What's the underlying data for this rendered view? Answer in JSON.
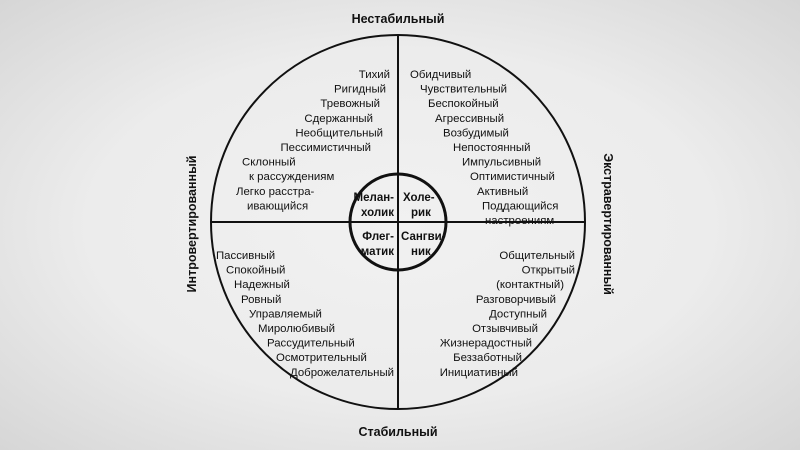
{
  "axes": {
    "top": "Нестабильный",
    "bottom": "Стабильный",
    "left": "Интровертированный",
    "right": "Экстравертированный"
  },
  "temperaments": {
    "top_left": [
      "Мелан-",
      "холик"
    ],
    "top_right": [
      "Холе-",
      "рик"
    ],
    "bottom_left": [
      "Флег-",
      "матик"
    ],
    "bottom_right": [
      "Сангви-",
      "ник"
    ]
  },
  "traits": {
    "top_left": [
      "Тихий",
      "Ригидный",
      "Тревожный",
      "Сдержанный",
      "Необщительный",
      "Пессимистичный",
      "Склонный",
      "к рассуждениям",
      "Легко расстра-",
      "ивающийся"
    ],
    "top_right": [
      "Обидчивый",
      "Чувствительный",
      "Беспокойный",
      "Агрессивный",
      "Возбудимый",
      "Непостоянный",
      "Импульсивный",
      "Оптимистичный",
      "Активный",
      "Поддающийся",
      "настроениям"
    ],
    "bottom_left": [
      "Пассивный",
      "Спокойный",
      "Надежный",
      "Ровный",
      "Управляемый",
      "Миролюбивый",
      "Рассудительный",
      "Осмотрительный",
      "Доброжелательный"
    ],
    "bottom_right": [
      "Общительный",
      "Открытый",
      "(контактный)",
      "Разговорчивый",
      "Доступный",
      "Отзывчивый",
      "Жизнерадостный",
      "Беззаботный",
      "Инициативный"
    ]
  }
}
